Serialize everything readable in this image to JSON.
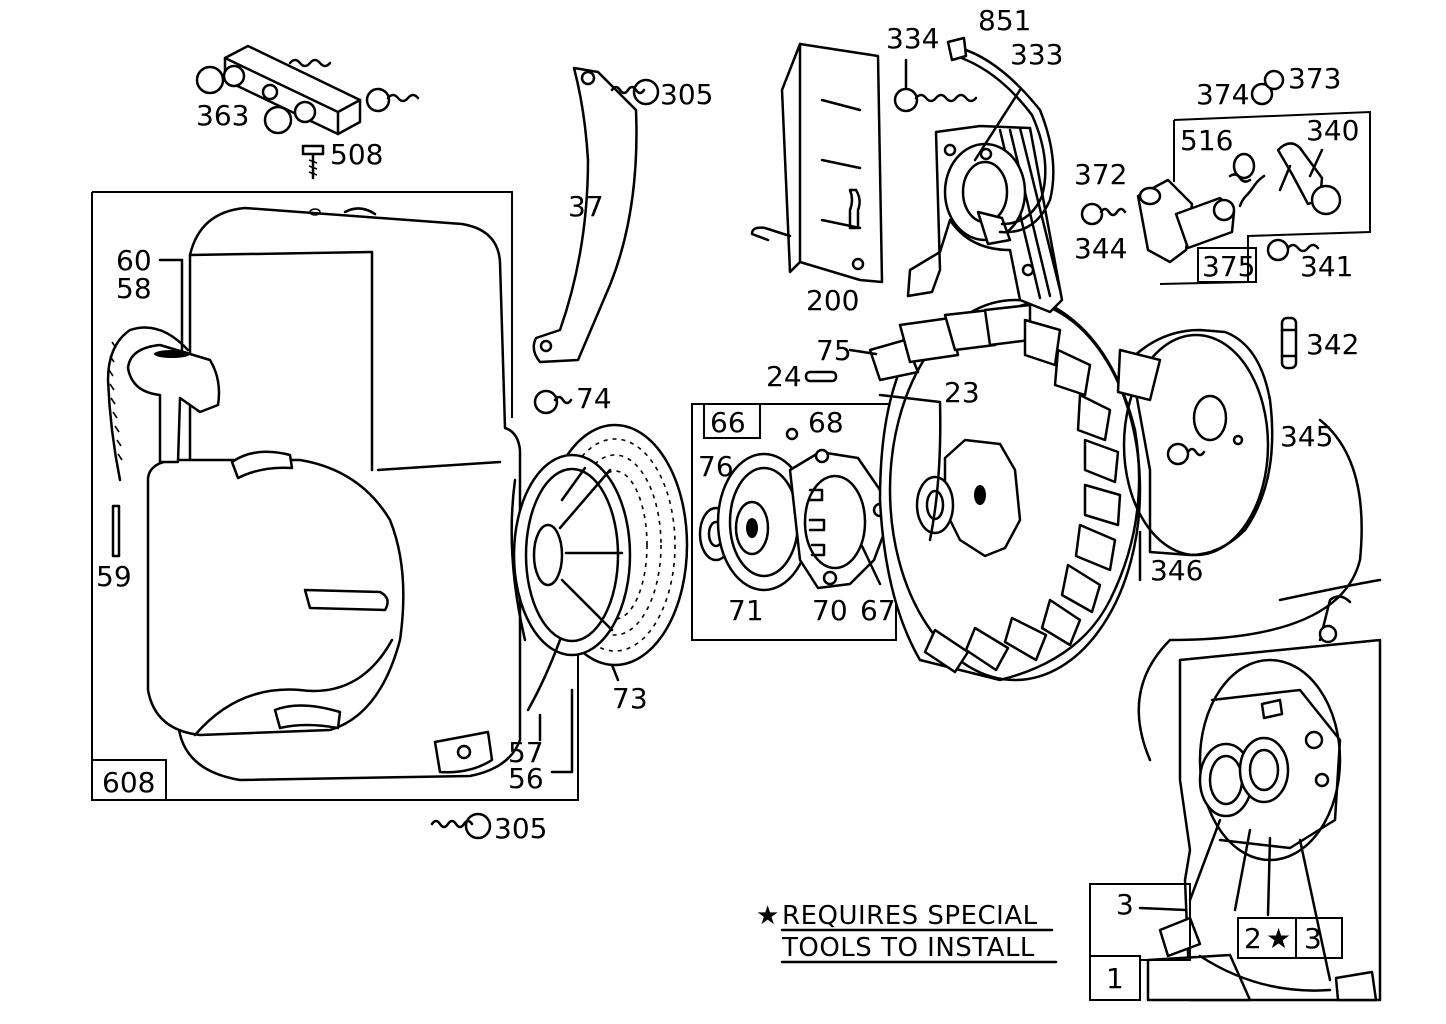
{
  "diagram": {
    "part_labels": [
      {
        "id": "363",
        "text": "363"
      },
      {
        "id": "508",
        "text": "508"
      },
      {
        "id": "305a",
        "text": "305"
      },
      {
        "id": "37",
        "text": "37"
      },
      {
        "id": "60",
        "text": "60"
      },
      {
        "id": "58",
        "text": "58"
      },
      {
        "id": "59",
        "text": "59"
      },
      {
        "id": "608",
        "text": "608"
      },
      {
        "id": "305b",
        "text": "305"
      },
      {
        "id": "74",
        "text": "74"
      },
      {
        "id": "57",
        "text": "57"
      },
      {
        "id": "56",
        "text": "56"
      },
      {
        "id": "73",
        "text": "73"
      },
      {
        "id": "66",
        "text": "66"
      },
      {
        "id": "68",
        "text": "68"
      },
      {
        "id": "76",
        "text": "76"
      },
      {
        "id": "71",
        "text": "71"
      },
      {
        "id": "70",
        "text": "70"
      },
      {
        "id": "67",
        "text": "67"
      },
      {
        "id": "24",
        "text": "24"
      },
      {
        "id": "75",
        "text": "75"
      },
      {
        "id": "23",
        "text": "23"
      },
      {
        "id": "200",
        "text": "200"
      },
      {
        "id": "334",
        "text": "334"
      },
      {
        "id": "851",
        "text": "851"
      },
      {
        "id": "333",
        "text": "333"
      },
      {
        "id": "372",
        "text": "372"
      },
      {
        "id": "344",
        "text": "344"
      },
      {
        "id": "374",
        "text": "374"
      },
      {
        "id": "373",
        "text": "373"
      },
      {
        "id": "516",
        "text": "516"
      },
      {
        "id": "340",
        "text": "340"
      },
      {
        "id": "375",
        "text": "375"
      },
      {
        "id": "341",
        "text": "341"
      },
      {
        "id": "342",
        "text": "342"
      },
      {
        "id": "345",
        "text": "345"
      },
      {
        "id": "346",
        "text": "346"
      },
      {
        "id": "3a",
        "text": "3"
      },
      {
        "id": "2",
        "text": "2"
      },
      {
        "id": "star",
        "text": "★"
      },
      {
        "id": "3b",
        "text": "3"
      },
      {
        "id": "1",
        "text": "1"
      }
    ],
    "note": {
      "star": "★",
      "line1": "REQUIRES SPECIAL",
      "line2": "TOOLS TO INSTALL"
    }
  }
}
